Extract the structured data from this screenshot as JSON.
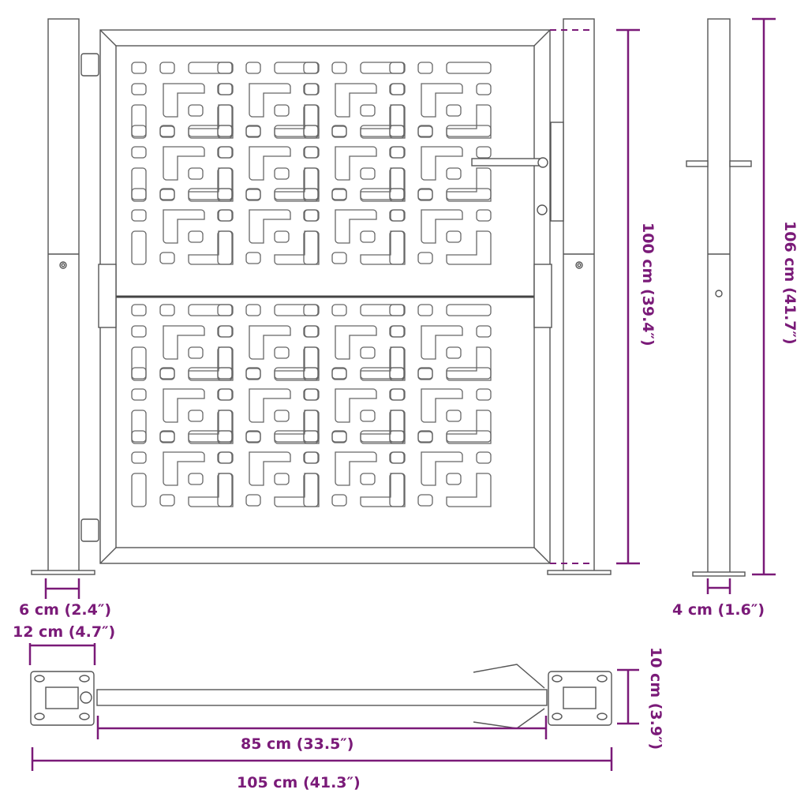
{
  "diagram": {
    "title": "Garden gate with posts — dimension drawing",
    "dimension_color": "#7a1a78",
    "line_color": "#555555",
    "dimensions": {
      "post_width": "6 cm (2.4″)",
      "base_plate_width": "12 cm (4.7″)",
      "gate_height": "100 cm (39.4″)",
      "total_height": "106 cm (41.7″)",
      "side_post_width": "4 cm (1.6″)",
      "plate_depth": "10 cm (3.9″)",
      "gate_width": "85 cm (33.5″)",
      "total_width": "105 cm (41.3″)"
    },
    "views": [
      "front-view",
      "side-view",
      "top-view"
    ]
  }
}
